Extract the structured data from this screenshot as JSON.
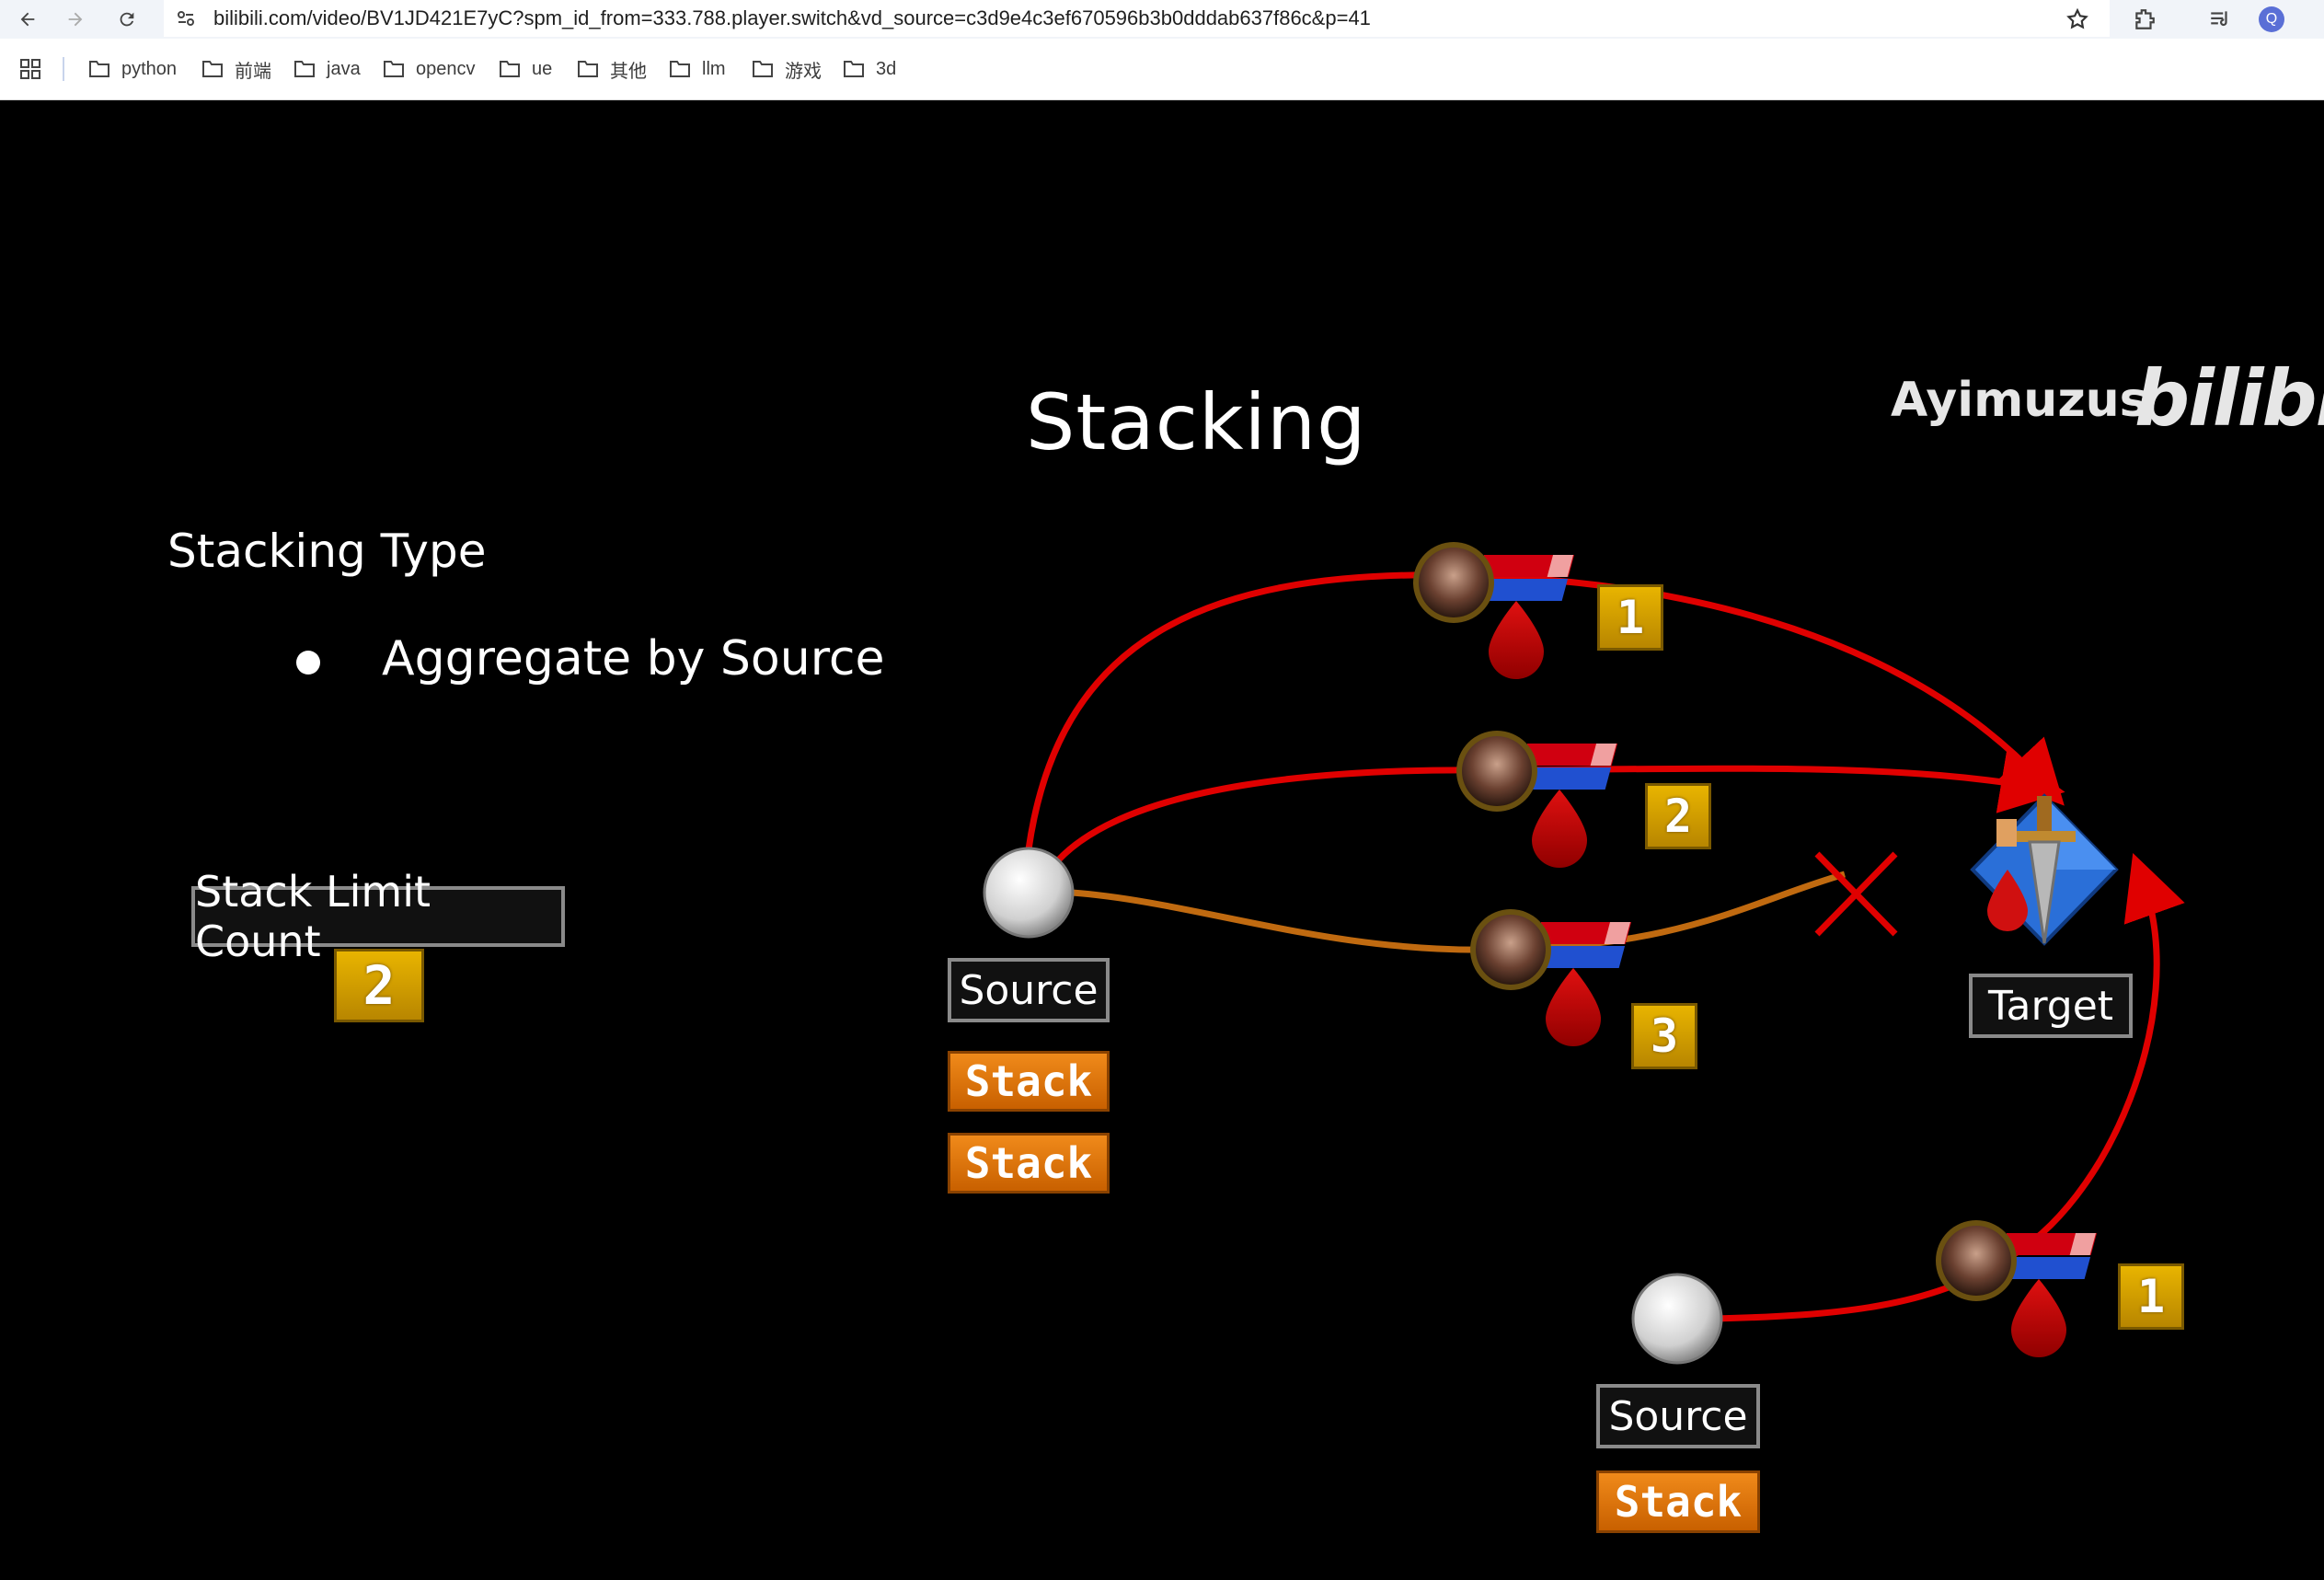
{
  "browser": {
    "url": "bilibili.com/video/BV1JD421E7yC?spm_id_from=333.788.player.switch&vd_source=c3d9e4c3ef670596b3b0dddab637f86c&p=41",
    "profile_initial": "Q",
    "bookmarks": [
      "python",
      "前端",
      "java",
      "opencv",
      "ue",
      "其他",
      "llm",
      "游戏",
      "3d"
    ]
  },
  "slide": {
    "title": "Stacking",
    "stacking_type_label": "Stacking Type",
    "bullet_text": "Aggregate by Source",
    "stack_limit_label": "Stack Limit Count",
    "stack_limit_value": "2",
    "source_label": "Source",
    "source2_label": "Source",
    "target_label": "Target",
    "stack_label": "Stack",
    "effect_counts": [
      "1",
      "2",
      "3",
      "1"
    ]
  },
  "watermark": {
    "author": "Ayimuzus",
    "logo": "bilibili"
  },
  "colors": {
    "active_path": "#e00000",
    "blocked_path": "#c06a10",
    "stack_orange": "#e07810",
    "count_gold": "#d4a000"
  }
}
